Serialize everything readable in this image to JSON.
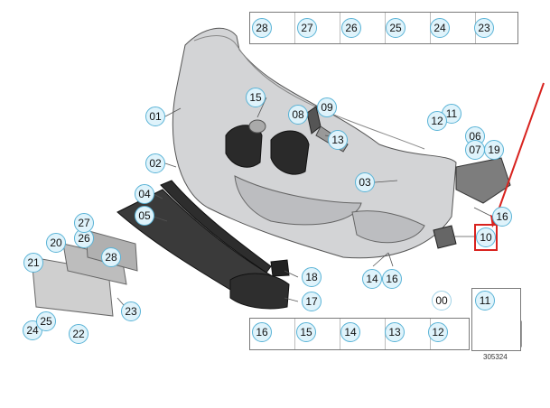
{
  "diagram": {
    "image_number": "305324",
    "callouts": [
      "01",
      "02",
      "03",
      "04",
      "05",
      "06",
      "07",
      "08",
      "09",
      "10",
      "11",
      "12",
      "13",
      "14",
      "15",
      "16",
      "17",
      "18",
      "19",
      "20",
      "21",
      "22",
      "23",
      "24",
      "25",
      "26",
      "27",
      "28",
      "00"
    ],
    "top_strip": [
      "28",
      "27",
      "26",
      "25",
      "24",
      "23"
    ],
    "bottom_strip": [
      "16",
      "15",
      "14",
      "13",
      "12"
    ],
    "small_box": "11",
    "highlighted_part": "10"
  },
  "colors": {
    "callout_fill": "#dff3fb",
    "callout_border": "#5ab3d6",
    "highlight": "#d8231f",
    "bumper_fill": "#d3d4d6",
    "part_dark": "#2a2a2a"
  }
}
